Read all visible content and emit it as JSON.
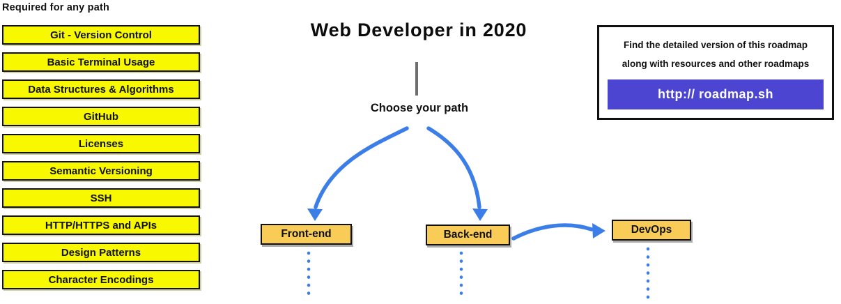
{
  "left_panel": {
    "title": "Required for any path",
    "items": [
      "Git - Version Control",
      "Basic Terminal Usage",
      "Data Structures & Algorithms",
      "GitHub",
      "Licenses",
      "Semantic Versioning",
      "SSH",
      "HTTP/HTTPS and APIs",
      "Design Patterns",
      "Character Encodings"
    ]
  },
  "center": {
    "title": "Web Developer in 2020",
    "choose_label": "Choose your path",
    "paths": [
      {
        "label": "Front-end"
      },
      {
        "label": "Back-end"
      },
      {
        "label": "DevOps"
      }
    ]
  },
  "info_box": {
    "line1": "Find the detailed version of this roadmap",
    "line2": "along with resources and other roadmaps",
    "button_label": "http:// roadmap.sh"
  },
  "colors": {
    "highlight_yellow": "#F8F800",
    "path_amber": "#F9CB57",
    "arrow_blue": "#3C7EE8",
    "brand_purple": "#4B45D2",
    "connector_gray": "#6E6E6E",
    "border_black": "#111111"
  }
}
